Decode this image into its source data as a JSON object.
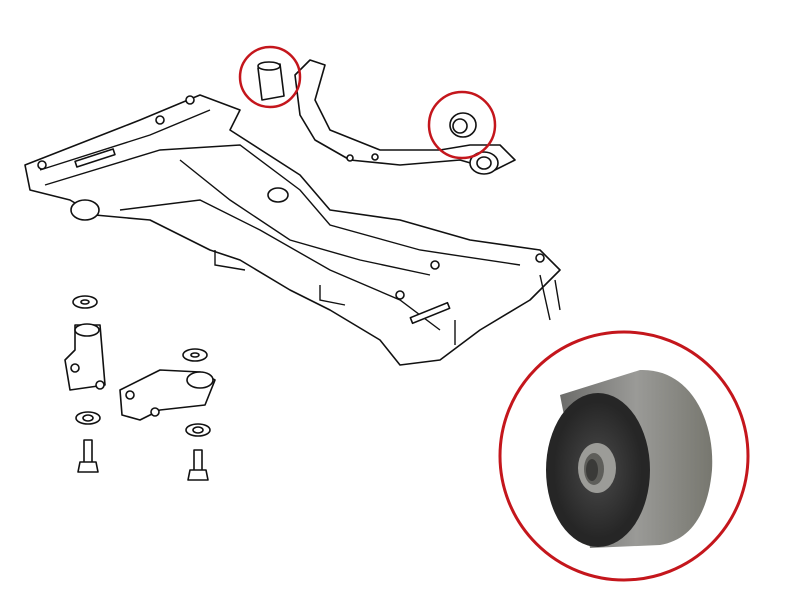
{
  "colors": {
    "highlight_circle": "#c4161c",
    "line_art": "#111111",
    "background": "#ffffff",
    "bushing_rubber": "#2e2e2e",
    "bushing_sleeve": "#8a8a88"
  },
  "icons": [
    "subframe-drawing",
    "bushing-photo",
    "mount-bracket-drawing",
    "highlight-circle"
  ]
}
